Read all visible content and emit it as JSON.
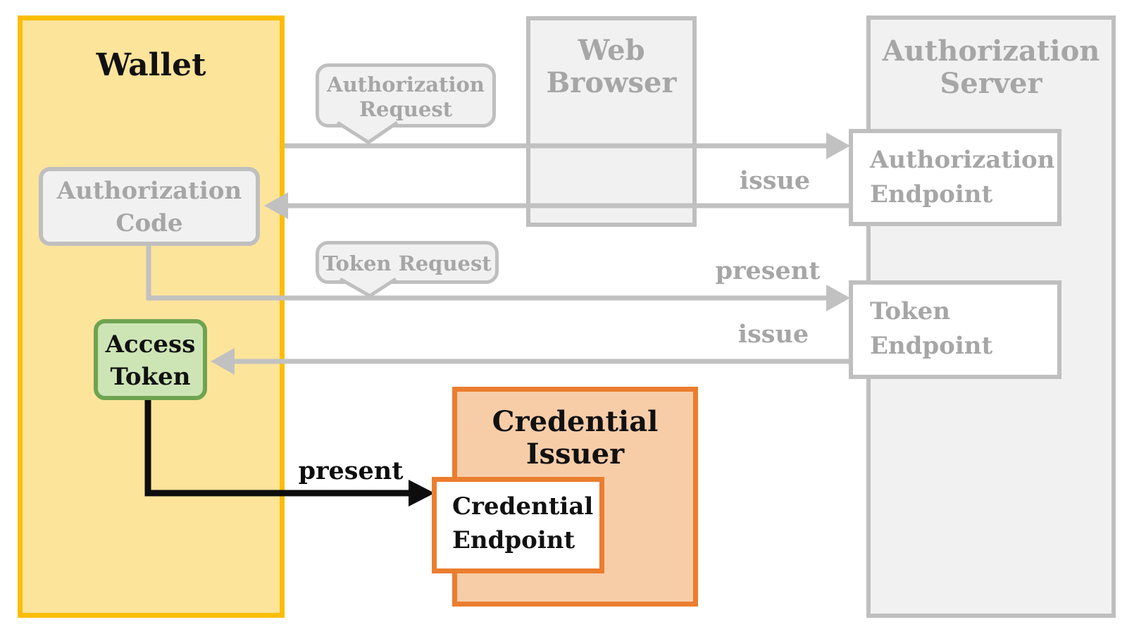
{
  "nodes": {
    "wallet": {
      "label": "Wallet"
    },
    "web_browser": {
      "lines": [
        "Web",
        "Browser"
      ]
    },
    "authorization_server": {
      "lines": [
        "Authorization",
        "Server"
      ]
    },
    "authorization_endpoint": {
      "lines": [
        "Authorization",
        "Endpoint"
      ]
    },
    "token_endpoint": {
      "lines": [
        "Token",
        "Endpoint"
      ]
    },
    "authorization_code": {
      "lines": [
        "Authorization",
        "Code"
      ]
    },
    "access_token": {
      "lines": [
        "Access",
        "Token"
      ]
    },
    "credential_issuer": {
      "lines": [
        "Credential",
        "Issuer"
      ]
    },
    "credential_endpoint": {
      "lines": [
        "Credential",
        "Endpoint"
      ]
    }
  },
  "callouts": {
    "authorization_request": {
      "lines": [
        "Authorization",
        "Request"
      ]
    },
    "token_request": {
      "label": "Token Request"
    }
  },
  "edge_labels": {
    "authorization_issue": "issue",
    "token_present": "present",
    "token_issue": "issue",
    "credential_present": "present"
  },
  "colors": {
    "wallet_fill": "#FDE49B",
    "wallet_border": "#FBBE03",
    "access_token_fill": "#CDE5B5",
    "access_token_border": "#6FA350",
    "issuer_fill": "#F7CDA8",
    "issuer_border": "#EB7D2F",
    "neutral_fill": "#F1F1F1",
    "neutral_border": "#BFBFBF",
    "neutral_text": "#A6A6A6",
    "arrow_gray": "#C1C1C1",
    "arrow_black": "#0D0D0D"
  }
}
